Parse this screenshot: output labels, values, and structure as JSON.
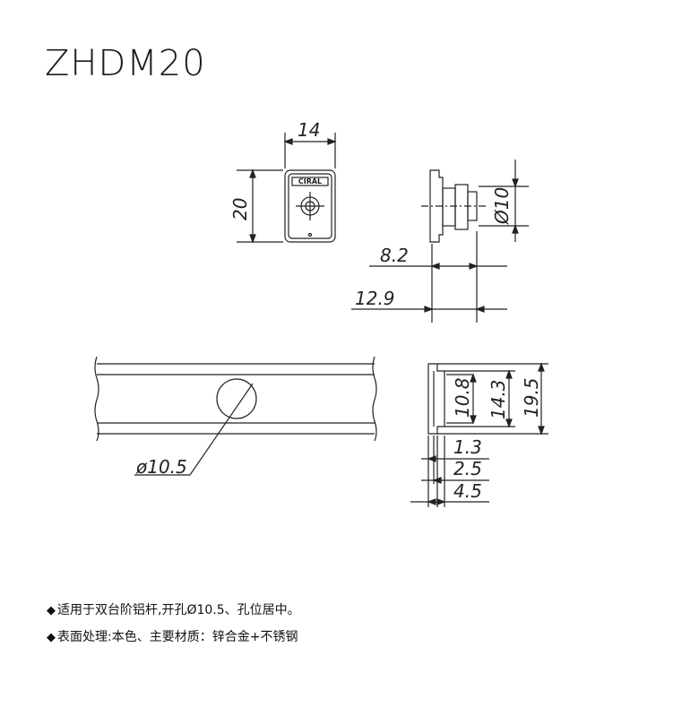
{
  "title": "ZHDM20",
  "logo_text": "CIRAL",
  "dimensions": {
    "width_top": "14",
    "height_left": "20",
    "dia_right": "Ø10",
    "len_82": "8.2",
    "len_129": "12.9",
    "hole_dia": "ø10.5",
    "sec_108": "10.8",
    "sec_143": "14.3",
    "sec_195": "19.5",
    "sec_13": "1.3",
    "sec_25": "2.5",
    "sec_45": "4.5"
  },
  "notes": [
    {
      "bullet": "◆",
      "text": "适用于双台阶铝杆,开孔Ø10.5、孔位居中。"
    },
    {
      "bullet": "◆",
      "text": "表面处理:本色、主要材质：锌合金+不锈钢"
    }
  ]
}
